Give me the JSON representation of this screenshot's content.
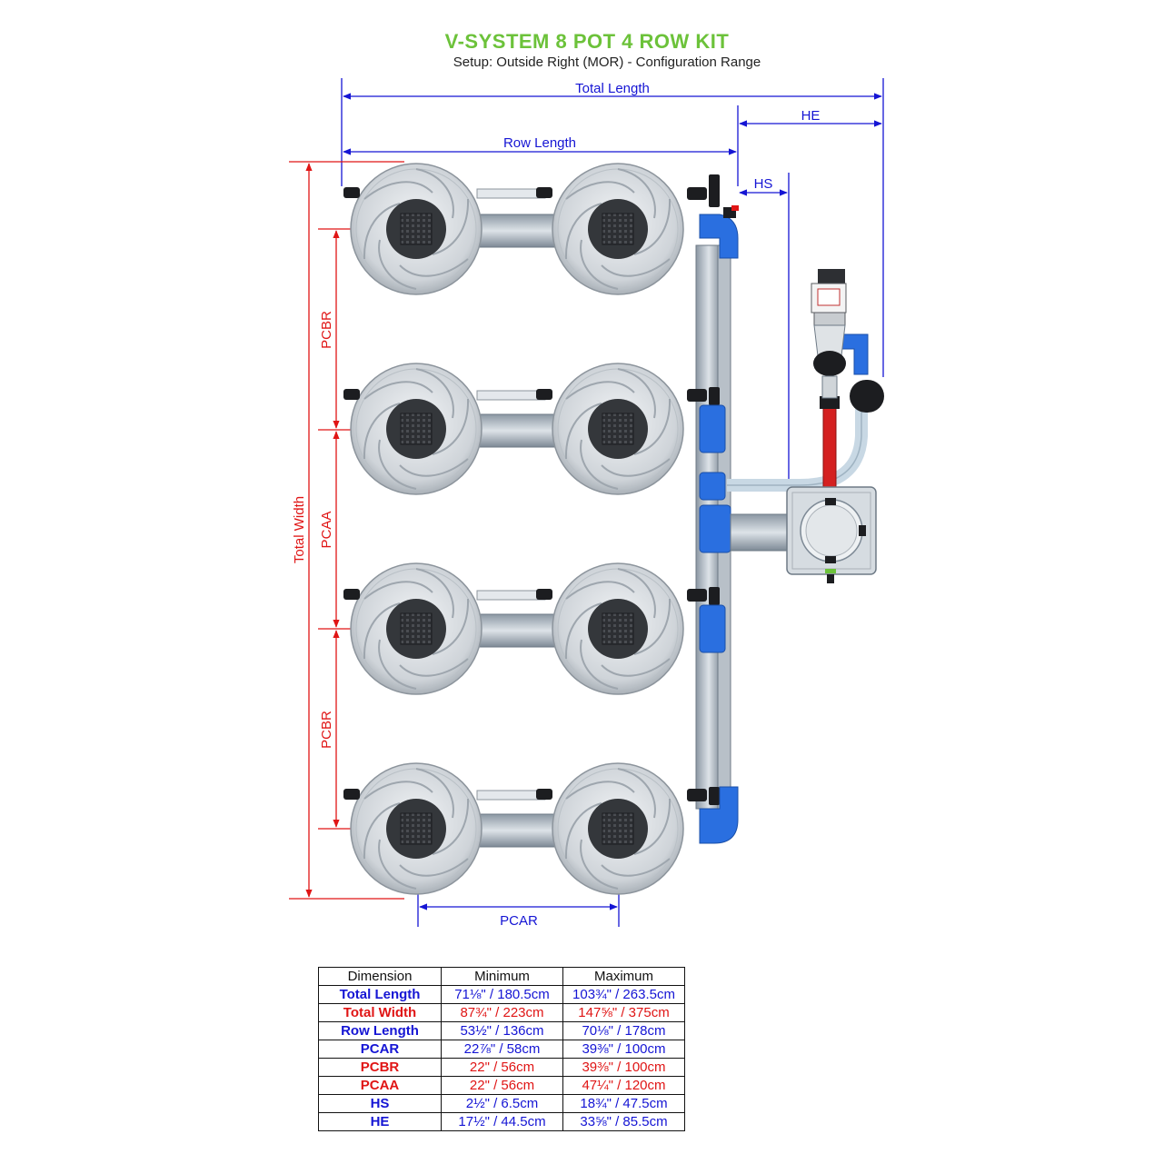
{
  "header": {
    "title": "V-SYSTEM 8 POT 4 ROW KIT",
    "subtitle": "Setup: Outside Right (MOR) - Configuration Range"
  },
  "colors": {
    "title_green": "#6cc23a",
    "dimension_blue": "#1515d4",
    "dimension_red": "#e01515",
    "pipe_blue": "#2a6fe0",
    "pot_grey": "#d4d8dc"
  },
  "diagram": {
    "labels": {
      "total_length": "Total Length",
      "he": "HE",
      "row_length": "Row Length",
      "hs": "HS",
      "total_width": "Total Width",
      "pcbr_top": "PCBR",
      "pcaa": "PCAA",
      "pcbr_bottom": "PCBR",
      "pcar": "PCAR"
    },
    "rows": 4,
    "pots_per_row": 2
  },
  "table": {
    "headers": [
      "Dimension",
      "Minimum",
      "Maximum"
    ],
    "rows": [
      {
        "name": "Total Length",
        "min": "71⅛\" / 180.5cm",
        "max": "103¾\" / 263.5cm",
        "color": "blue"
      },
      {
        "name": "Total Width",
        "min": "87¾\" / 223cm",
        "max": "147⅝\" / 375cm",
        "color": "red"
      },
      {
        "name": "Row Length",
        "min": "53½\" / 136cm",
        "max": "70⅛\" / 178cm",
        "color": "blue"
      },
      {
        "name": "PCAR",
        "min": "22⅞\" / 58cm",
        "max": "39⅜\" / 100cm",
        "color": "blue"
      },
      {
        "name": "PCBR",
        "min": "22\" / 56cm",
        "max": "39⅜\" / 100cm",
        "color": "red"
      },
      {
        "name": "PCAA",
        "min": "22\" / 56cm",
        "max": "47¼\" / 120cm",
        "color": "red"
      },
      {
        "name": "HS",
        "min": "2½\" / 6.5cm",
        "max": "18¾\" / 47.5cm",
        "color": "blue"
      },
      {
        "name": "HE",
        "min": "17½\" / 44.5cm",
        "max": "33⅝\" / 85.5cm",
        "color": "blue"
      }
    ]
  }
}
